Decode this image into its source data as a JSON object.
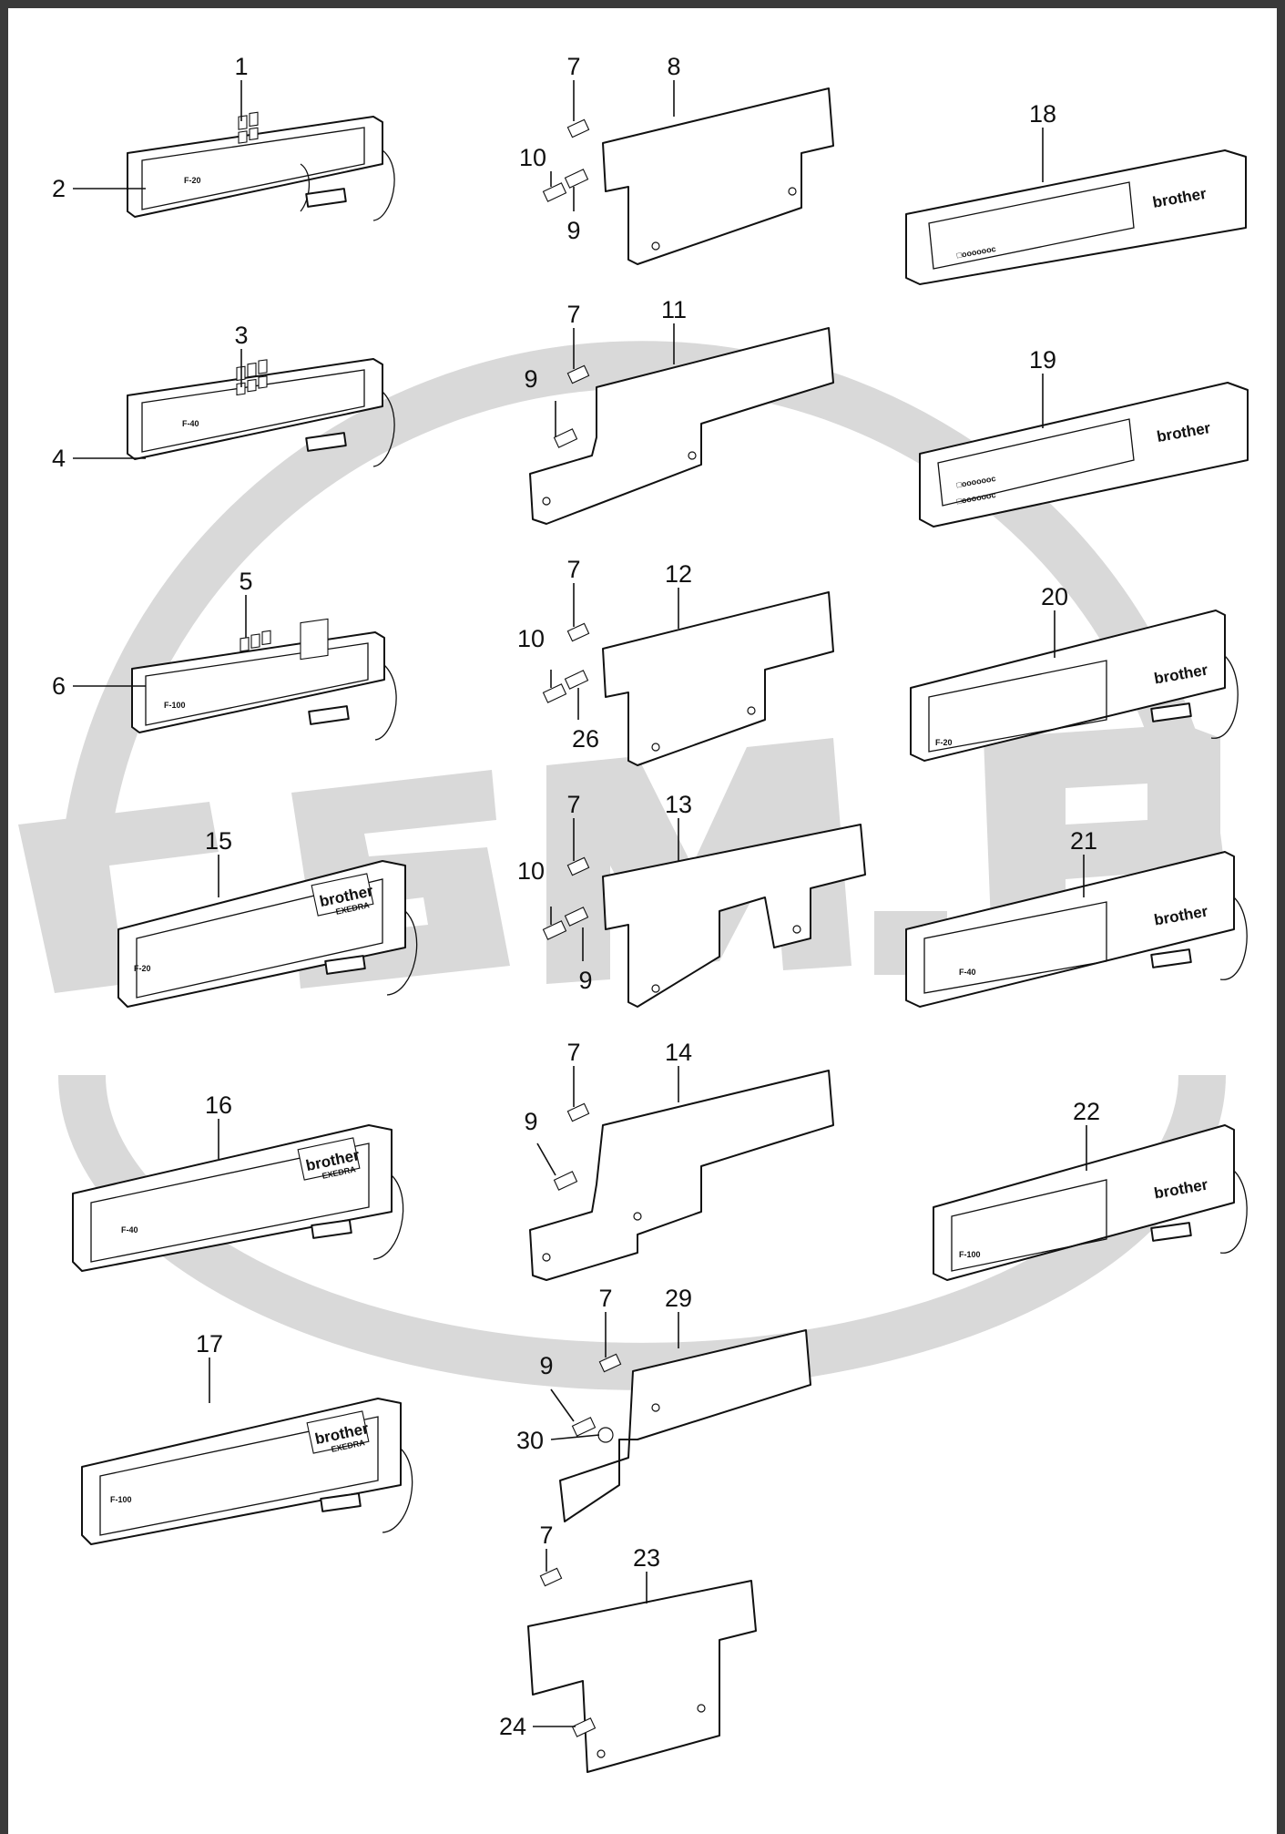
{
  "labels": {
    "l1": "1",
    "l2": "2",
    "l3": "3",
    "l4": "4",
    "l5": "5",
    "l6": "6",
    "l7a": "7",
    "l7b": "7",
    "l7c": "7",
    "l7d": "7",
    "l7e": "7",
    "l7f": "7",
    "l7g": "7",
    "l8": "8",
    "l9a": "9",
    "l9b": "9",
    "l9c": "9",
    "l9d": "9",
    "l9e": "9",
    "l10a": "10",
    "l10b": "10",
    "l10c": "10",
    "l11": "11",
    "l12": "12",
    "l13": "13",
    "l14": "14",
    "l15": "15",
    "l16": "16",
    "l17": "17",
    "l18": "18",
    "l19": "19",
    "l20": "20",
    "l21": "21",
    "l22": "22",
    "l23": "23",
    "l24": "24",
    "l26": "26",
    "l29": "29",
    "l30": "30"
  },
  "panel_text": {
    "f20": "F-20",
    "f40": "F-40",
    "f100": "F-100",
    "brand": "brother",
    "brand_sub": "EXEDRA",
    "display_chars": "□ooooooc"
  },
  "watermark": {
    "text": "CSM.P",
    "color": "#d9d9d9"
  }
}
